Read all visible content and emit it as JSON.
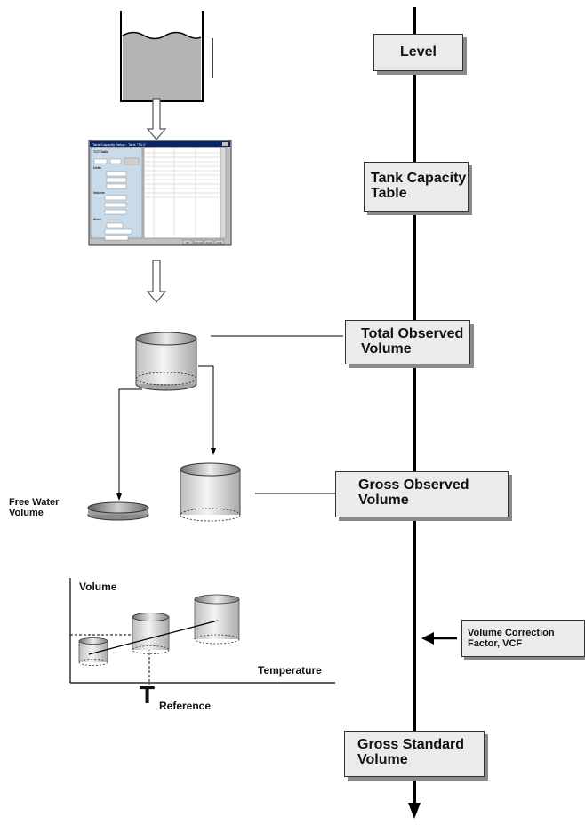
{
  "stages": {
    "level": "Level",
    "tct_line1": "Tank Capacity",
    "tct_line2": "Table",
    "tov_line1": "Total Observed",
    "tov_line2": "Volume",
    "gov_line1": "Gross Observed",
    "gov_line2": "Volume",
    "gsv_line1": "Gross Standard",
    "gsv_line2": "Volume"
  },
  "vcf": {
    "line1": "Volume Correction",
    "line2": "Factor, VCF"
  },
  "free_water": {
    "line1": "Free Water",
    "line2": "Volume"
  },
  "graph": {
    "y_label": "Volume",
    "x_label": "Temperature",
    "t_symbol": "T",
    "t_subscript": "Reference"
  },
  "dialog": {
    "title": "Tank Capacity Setup - Tank \"T4.1\"",
    "section_tct": "TCT Table",
    "section_units": "Units",
    "section_volume": "Volume",
    "section_shell": "Shell",
    "buttons": [
      "OK",
      "Cancel",
      "Apply",
      "Help"
    ]
  }
}
